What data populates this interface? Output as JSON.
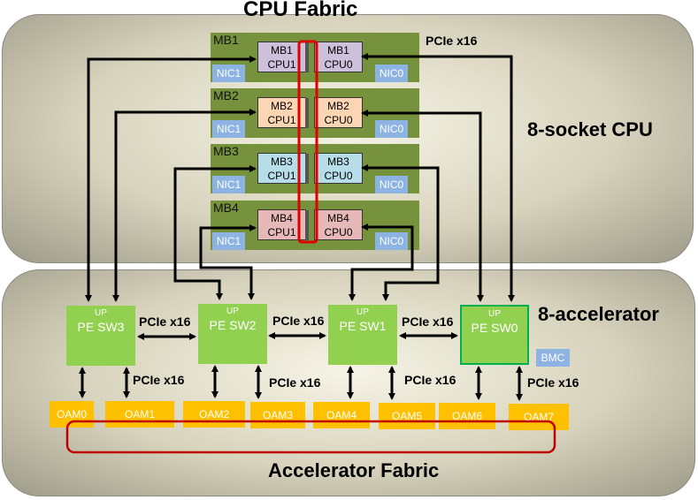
{
  "title_cpu_fabric": "CPU Fabric",
  "title_cpu_side": "8-socket CPU",
  "title_accel_side": "8-accelerator",
  "title_accel_fabric": "Accelerator Fabric",
  "pcie_top": "PCIe x16",
  "boards": [
    {
      "label": "MB1",
      "nic1": "NIC1",
      "nic0": "NIC0",
      "cpu1": [
        "MB1",
        "CPU1"
      ],
      "cpu0": [
        "MB1",
        "CPU0"
      ],
      "color": "#ccc0da"
    },
    {
      "label": "MB2",
      "nic1": "NIC1",
      "nic0": "NIC0",
      "cpu1": [
        "MB2",
        "CPU1"
      ],
      "cpu0": [
        "MB2",
        "CPU0"
      ],
      "color": "#fcd5b4"
    },
    {
      "label": "MB3",
      "nic1": "NIC1",
      "nic0": "NIC0",
      "cpu1": [
        "MB3",
        "CPU1"
      ],
      "cpu0": [
        "MB3",
        "CPU0"
      ],
      "color": "#b7dde8"
    },
    {
      "label": "MB4",
      "nic1": "NIC1",
      "nic0": "NIC0",
      "cpu1": [
        "MB4",
        "CPU1"
      ],
      "cpu0": [
        "MB4",
        "CPU0"
      ],
      "color": "#e6b9b8"
    }
  ],
  "switches": [
    {
      "up": "UP",
      "name": "PE SW3"
    },
    {
      "up": "UP",
      "name": "PE SW2"
    },
    {
      "up": "UP",
      "name": "PE SW1"
    },
    {
      "up": "UP",
      "name": "PE SW0"
    }
  ],
  "switch_links": [
    "PCIe x16",
    "PCIe x16",
    "PCIe x16"
  ],
  "oam_links": [
    "PCIe x16",
    "PCIe x16",
    "PCIe x16",
    "PCIe x16"
  ],
  "oams": [
    "OAM0",
    "OAM1",
    "OAM2",
    "OAM3",
    "OAM4",
    "OAM5",
    "OAM6",
    "OAM7"
  ],
  "bmc": "BMC",
  "colors": {
    "board": "#76923c",
    "nic": "#8db3e2",
    "switch": "#92d050",
    "oam": "#ffc000",
    "fabric_outline": "#e00000"
  }
}
